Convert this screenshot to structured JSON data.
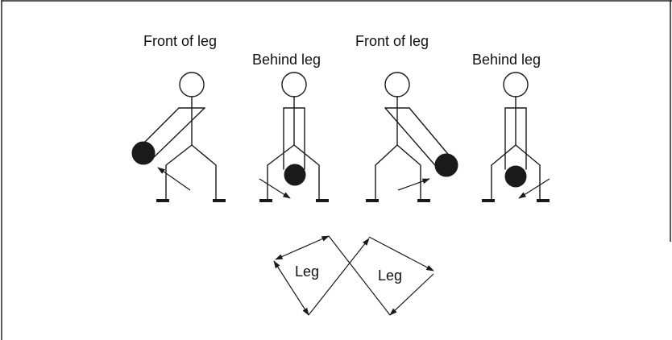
{
  "figures": [
    {
      "label": "Front of leg",
      "ball_side": "left-out"
    },
    {
      "label": "Behind leg",
      "ball_side": "between"
    },
    {
      "label": "Front of leg",
      "ball_side": "right-out"
    },
    {
      "label": "Behind leg",
      "ball_side": "between"
    }
  ],
  "pattern": {
    "left_label": "Leg",
    "right_label": "Leg"
  },
  "colors": {
    "ink": "#1a1a1a",
    "background": "#ffffff"
  }
}
